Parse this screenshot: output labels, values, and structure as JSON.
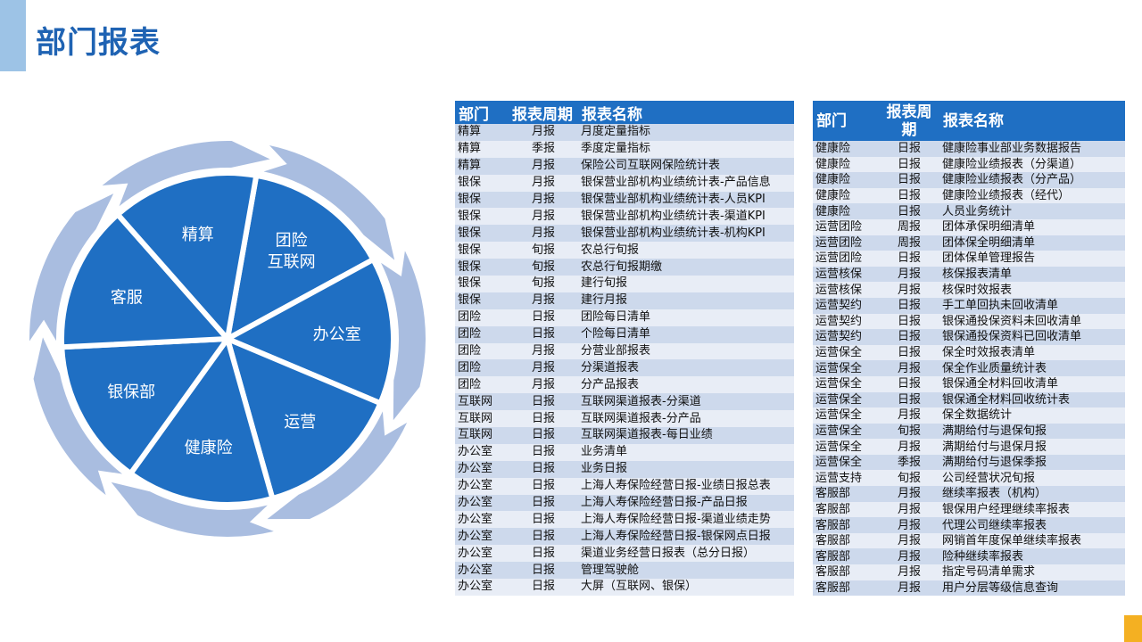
{
  "page": {
    "title": "部门报表"
  },
  "wheel": {
    "segments": [
      "团险\n互联网",
      "办公室",
      "运营",
      "健康险",
      "银保部",
      "客服",
      "精算"
    ],
    "colors": {
      "segment": "#1f6fc3",
      "ring": "#a9bde0"
    }
  },
  "table_left": {
    "headers": [
      "部门",
      "报表周期",
      "报表名称"
    ],
    "rows": [
      [
        "精算",
        "月报",
        "月度定量指标"
      ],
      [
        "精算",
        "季报",
        "季度定量指标"
      ],
      [
        "精算",
        "月报",
        "保险公司互联网保险统计表"
      ],
      [
        "银保",
        "月报",
        "银保营业部机构业绩统计表-产品信息"
      ],
      [
        "银保",
        "月报",
        "银保营业部机构业绩统计表-人员KPI"
      ],
      [
        "银保",
        "月报",
        "银保营业部机构业绩统计表-渠道KPI"
      ],
      [
        "银保",
        "月报",
        "银保营业部机构业绩统计表-机构KPI"
      ],
      [
        "银保",
        "旬报",
        "农总行旬报"
      ],
      [
        "银保",
        "旬报",
        "农总行旬报期缴"
      ],
      [
        "银保",
        "旬报",
        "建行旬报"
      ],
      [
        "银保",
        "月报",
        "建行月报"
      ],
      [
        "团险",
        "日报",
        "团险每日清单"
      ],
      [
        "团险",
        "日报",
        "个险每日清单"
      ],
      [
        "团险",
        "月报",
        "分营业部报表"
      ],
      [
        "团险",
        "月报",
        "分渠道报表"
      ],
      [
        "团险",
        "月报",
        "分产品报表"
      ],
      [
        "互联网",
        "日报",
        "互联网渠道报表-分渠道"
      ],
      [
        "互联网",
        "日报",
        "互联网渠道报表-分产品"
      ],
      [
        "互联网",
        "日报",
        "互联网渠道报表-每日业绩"
      ],
      [
        "办公室",
        "日报",
        "业务清单"
      ],
      [
        "办公室",
        "日报",
        "业务日报"
      ],
      [
        "办公室",
        "日报",
        "上海人寿保险经营日报-业绩日报总表"
      ],
      [
        "办公室",
        "日报",
        "上海人寿保险经营日报-产品日报"
      ],
      [
        "办公室",
        "日报",
        "上海人寿保险经营日报-渠道业绩走势"
      ],
      [
        "办公室",
        "日报",
        "上海人寿保险经营日报-银保网点日报"
      ],
      [
        "办公室",
        "日报",
        "渠道业务经营日报表（总分日报）"
      ],
      [
        "办公室",
        "日报",
        "管理驾驶舱"
      ],
      [
        "办公室",
        "日报",
        "大屏（互联网、银保）"
      ]
    ]
  },
  "table_right": {
    "headers": [
      "部门",
      "报表周期",
      "报表名称"
    ],
    "rows": [
      [
        "健康险",
        "日报",
        "健康险事业部业务数据报告"
      ],
      [
        "健康险",
        "日报",
        "健康险业绩报表（分渠道）"
      ],
      [
        "健康险",
        "日报",
        "健康险业绩报表（分产品）"
      ],
      [
        "健康险",
        "日报",
        "健康险业绩报表（经代）"
      ],
      [
        "健康险",
        "日报",
        "人员业务统计"
      ],
      [
        "运营团险",
        "周报",
        "团体承保明细清单"
      ],
      [
        "运营团险",
        "周报",
        "团体保全明细清单"
      ],
      [
        "运营团险",
        "日报",
        "团体保单管理报告"
      ],
      [
        "运营核保",
        "月报",
        "核保报表清单"
      ],
      [
        "运营核保",
        "月报",
        "核保时效报表"
      ],
      [
        "运营契约",
        "日报",
        "手工单回执未回收清单"
      ],
      [
        "运营契约",
        "日报",
        "银保通投保资料未回收清单"
      ],
      [
        "运营契约",
        "日报",
        "银保通投保资料已回收清单"
      ],
      [
        "运营保全",
        "日报",
        "保全时效报表清单"
      ],
      [
        "运营保全",
        "月报",
        "保全作业质量统计表"
      ],
      [
        "运营保全",
        "日报",
        "银保通全材料回收清单"
      ],
      [
        "运营保全",
        "日报",
        "银保通全材料回收统计表"
      ],
      [
        "运营保全",
        "月报",
        "保全数据统计"
      ],
      [
        "运营保全",
        "旬报",
        "满期给付与退保旬报"
      ],
      [
        "运营保全",
        "月报",
        "满期给付与退保月报"
      ],
      [
        "运营保全",
        "季报",
        "满期给付与退保季报"
      ],
      [
        "运营支持",
        "旬报",
        "公司经营状况旬报"
      ],
      [
        "客服部",
        "月报",
        "继续率报表（机构）"
      ],
      [
        "客服部",
        "月报",
        "银保用户经理继续率报表"
      ],
      [
        "客服部",
        "月报",
        "代理公司继续率报表"
      ],
      [
        "客服部",
        "月报",
        "网销首年度保单继续率报表"
      ],
      [
        "客服部",
        "月报",
        "险种继续率报表"
      ],
      [
        "客服部",
        "月报",
        "指定号码清单需求"
      ],
      [
        "客服部",
        "月报",
        "用户分层等级信息查询"
      ]
    ]
  }
}
